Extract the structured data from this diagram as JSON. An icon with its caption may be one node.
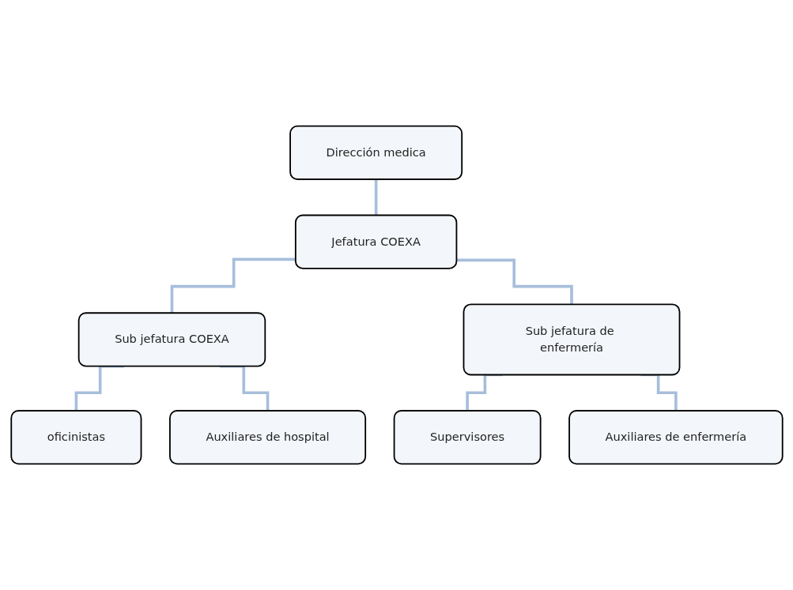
{
  "diagram": {
    "nodes": [
      {
        "text": [
          "Dirección medica"
        ]
      },
      {
        "text": [
          "Jefatura COEXA"
        ]
      },
      {
        "text": [
          "Sub jefatura COEXA"
        ]
      },
      {
        "text": [
          "Sub jefatura de enfermería"
        ]
      },
      {
        "text": [
          "oficinistas"
        ]
      },
      {
        "text": [
          "Auxiliares de hospital"
        ]
      },
      {
        "text": [
          "Supervisores"
        ]
      },
      {
        "text": [
          "Auxiliares de enfermería"
        ]
      }
    ],
    "edges": [
      {
        "from": 0,
        "to": 1,
        "arrow": "none"
      },
      {
        "from": 1,
        "to": 2,
        "arrow": "none"
      },
      {
        "from": 1,
        "to": 3,
        "arrow": "none"
      },
      {
        "from": 2,
        "to": 4,
        "arrow": "none"
      },
      {
        "from": 2,
        "to": 5,
        "arrow": "none"
      },
      {
        "from": 3,
        "to": 6,
        "arrow": "none"
      },
      {
        "from": 3,
        "to": 7,
        "arrow": "none"
      }
    ]
  }
}
